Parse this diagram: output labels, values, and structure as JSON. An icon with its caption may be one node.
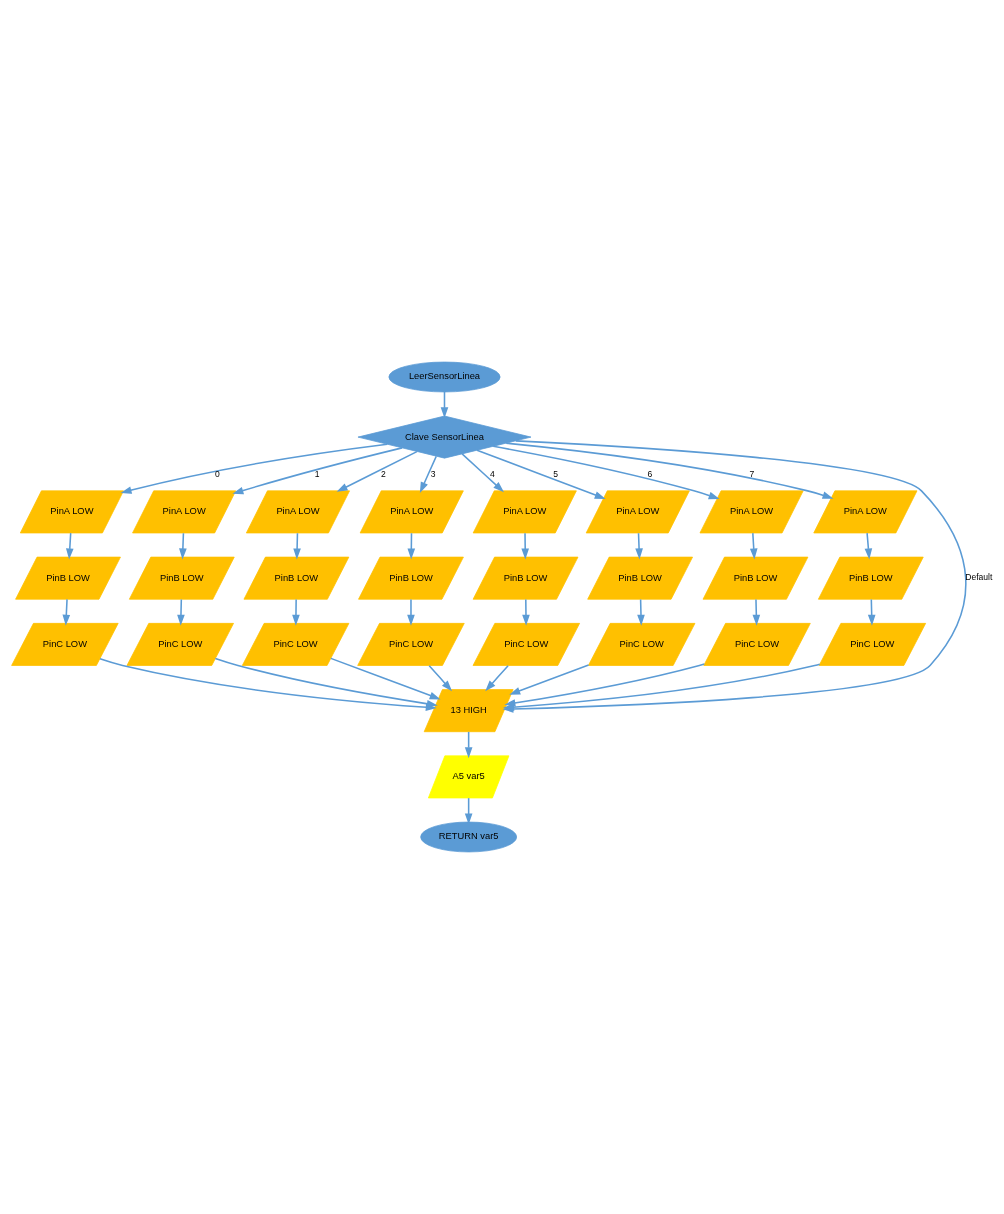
{
  "diagram": {
    "nodes": [
      {
        "text": [
          "LeerSensorLinea"
        ]
      },
      {
        "text": [
          "Clave SensorLinea"
        ]
      },
      {
        "text": [
          "PinA LOW"
        ]
      },
      {
        "text": [
          "PinA LOW"
        ]
      },
      {
        "text": [
          "PinA LOW"
        ]
      },
      {
        "text": [
          "PinA LOW"
        ]
      },
      {
        "text": [
          "PinA LOW"
        ]
      },
      {
        "text": [
          "PinA LOW"
        ]
      },
      {
        "text": [
          "PinA LOW"
        ]
      },
      {
        "text": [
          "PinA LOW"
        ]
      },
      {
        "text": [
          "PinB LOW"
        ]
      },
      {
        "text": [
          "PinB LOW"
        ]
      },
      {
        "text": [
          "PinB LOW"
        ]
      },
      {
        "text": [
          "PinB LOW"
        ]
      },
      {
        "text": [
          "PinB LOW"
        ]
      },
      {
        "text": [
          "PinB LOW"
        ]
      },
      {
        "text": [
          "PinB LOW"
        ]
      },
      {
        "text": [
          "PinB LOW"
        ]
      },
      {
        "text": [
          "PinC LOW"
        ]
      },
      {
        "text": [
          "PinC LOW"
        ]
      },
      {
        "text": [
          "PinC LOW"
        ]
      },
      {
        "text": [
          "PinC LOW"
        ]
      },
      {
        "text": [
          "PinC LOW"
        ]
      },
      {
        "text": [
          "PinC LOW"
        ]
      },
      {
        "text": [
          "PinC LOW"
        ]
      },
      {
        "text": [
          "PinC LOW"
        ]
      },
      {
        "text": [
          "13 HIGH"
        ]
      },
      {
        "text": [
          "A5 var5"
        ]
      },
      {
        "text": [
          "RETURN var5"
        ]
      }
    ],
    "edges": [
      {
        "from": 0,
        "to": 1,
        "arrow": "to"
      },
      {
        "from": 1,
        "to": 2,
        "arrow": "to",
        "label": "0"
      },
      {
        "from": 1,
        "to": 3,
        "arrow": "to",
        "label": "1"
      },
      {
        "from": 1,
        "to": 4,
        "arrow": "to",
        "label": "2"
      },
      {
        "from": 1,
        "to": 5,
        "arrow": "to",
        "label": "3"
      },
      {
        "from": 1,
        "to": 6,
        "arrow": "to",
        "label": "4"
      },
      {
        "from": 1,
        "to": 7,
        "arrow": "to",
        "label": "5"
      },
      {
        "from": 1,
        "to": 8,
        "arrow": "to",
        "label": "6"
      },
      {
        "from": 1,
        "to": 9,
        "arrow": "to",
        "label": "7"
      },
      {
        "from": 1,
        "to": 26,
        "arrow": "to",
        "label": "Default"
      },
      {
        "from": 2,
        "to": 10,
        "arrow": "to"
      },
      {
        "from": 3,
        "to": 11,
        "arrow": "to"
      },
      {
        "from": 4,
        "to": 12,
        "arrow": "to"
      },
      {
        "from": 5,
        "to": 13,
        "arrow": "to"
      },
      {
        "from": 6,
        "to": 14,
        "arrow": "to"
      },
      {
        "from": 7,
        "to": 15,
        "arrow": "to"
      },
      {
        "from": 8,
        "to": 16,
        "arrow": "to"
      },
      {
        "from": 9,
        "to": 17,
        "arrow": "to"
      },
      {
        "from": 10,
        "to": 18,
        "arrow": "to"
      },
      {
        "from": 11,
        "to": 19,
        "arrow": "to"
      },
      {
        "from": 12,
        "to": 20,
        "arrow": "to"
      },
      {
        "from": 13,
        "to": 21,
        "arrow": "to"
      },
      {
        "from": 14,
        "to": 22,
        "arrow": "to"
      },
      {
        "from": 15,
        "to": 23,
        "arrow": "to"
      },
      {
        "from": 16,
        "to": 24,
        "arrow": "to"
      },
      {
        "from": 17,
        "to": 25,
        "arrow": "to"
      },
      {
        "from": 18,
        "to": 26,
        "arrow": "to"
      },
      {
        "from": 19,
        "to": 26,
        "arrow": "to"
      },
      {
        "from": 20,
        "to": 26,
        "arrow": "to"
      },
      {
        "from": 21,
        "to": 26,
        "arrow": "to"
      },
      {
        "from": 22,
        "to": 26,
        "arrow": "to"
      },
      {
        "from": 23,
        "to": 26,
        "arrow": "to"
      },
      {
        "from": 24,
        "to": 26,
        "arrow": "to"
      },
      {
        "from": 25,
        "to": 26,
        "arrow": "to"
      },
      {
        "from": 26,
        "to": 27,
        "arrow": "to"
      },
      {
        "from": 27,
        "to": 28,
        "arrow": "to"
      }
    ]
  }
}
